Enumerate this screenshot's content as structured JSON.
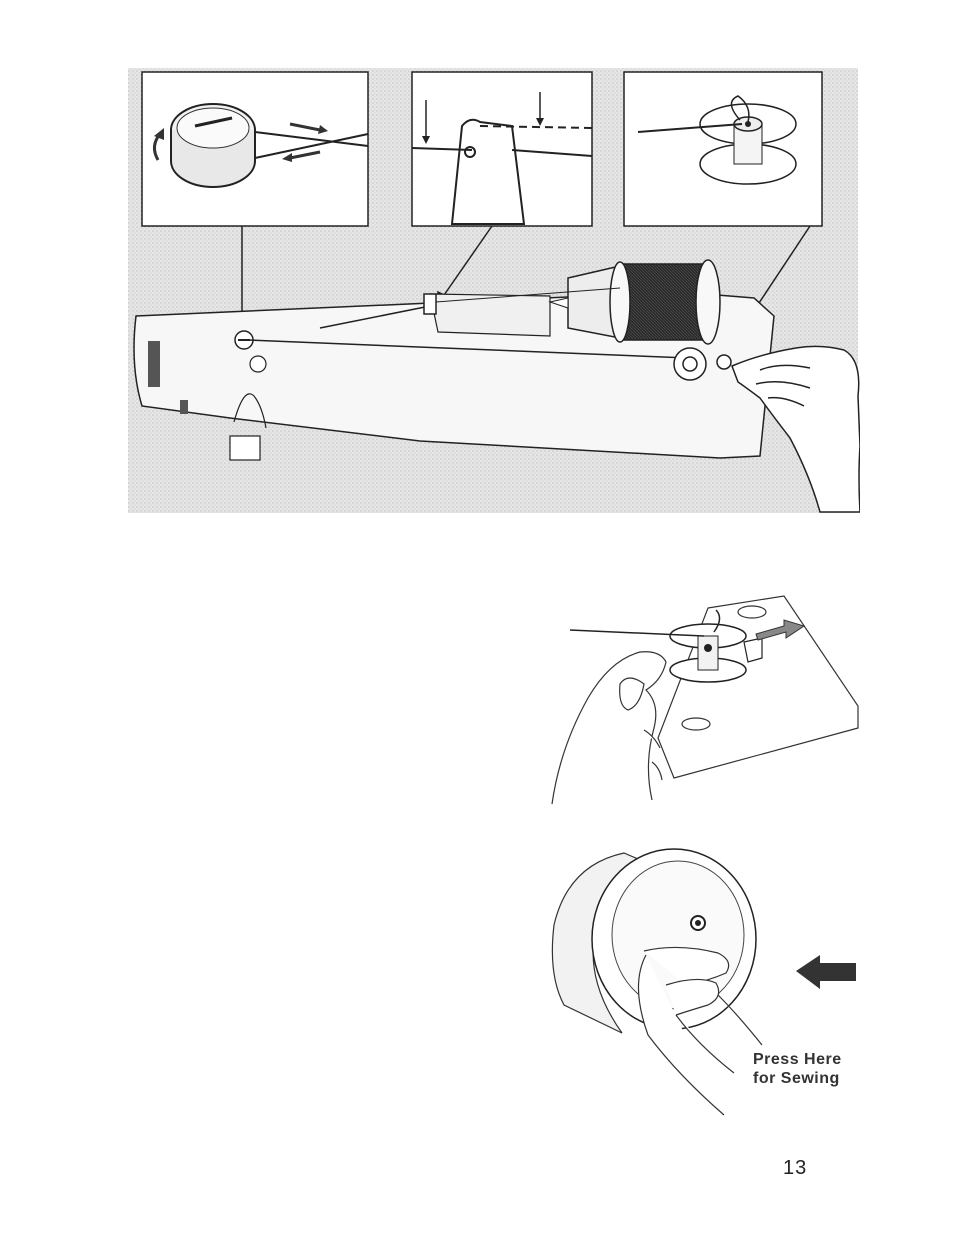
{
  "page": {
    "number": "13"
  },
  "figures": {
    "main": {
      "icons": [
        "handwheel-icon",
        "thread-guide-icon",
        "bobbin-icon",
        "spool-icon",
        "sewing-machine-icon",
        "hand-icon",
        "arrow-icon"
      ]
    },
    "bobbin_removal": {
      "icons": [
        "bobbin-icon",
        "hand-icon",
        "arrow-icon"
      ]
    },
    "handwheel": {
      "caption_line1": "Press Here",
      "caption_line2": "for Sewing",
      "icons": [
        "handwheel-icon",
        "hand-icon",
        "arrow-icon"
      ]
    }
  },
  "colors": {
    "ink": "#222222",
    "screen": "#d8d8d8",
    "paper": "#ffffff"
  }
}
